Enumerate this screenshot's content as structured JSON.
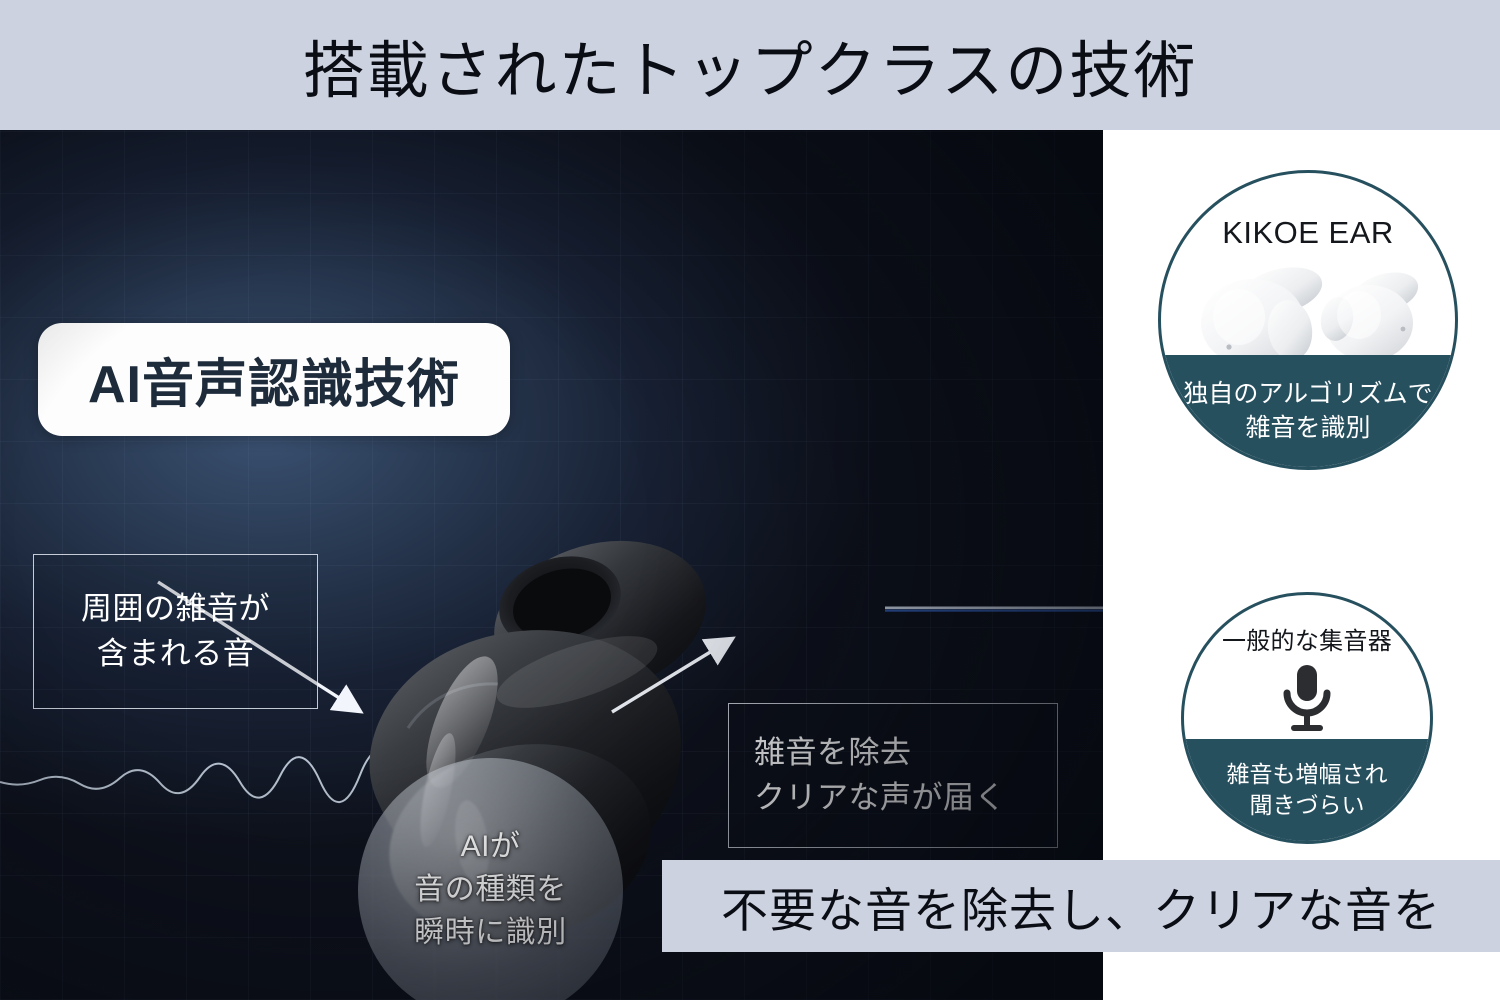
{
  "header": {
    "title": "搭載されたトップクラスの技術",
    "band_color": "#ccd2e0"
  },
  "hero": {
    "ai_badge_label": "AI音声認識技術",
    "background_color": "#0c0f18",
    "accent_color": "#3a5171",
    "callout_left": {
      "line1": "周囲の雑音が",
      "line2": "含まれる音"
    },
    "callout_right": {
      "line1": "雑音を除去",
      "line2": "クリアな声が届く"
    },
    "ai_circle": {
      "line1": "AIが",
      "line2": "音の種類を",
      "line3": "瞬時に識別"
    },
    "product_icon": "earbud-black-icon",
    "noise_wave_icon": "noisy-waveform-icon",
    "clean_wave_icon": "clean-waveform-icon",
    "arrow_left_icon": "arrow-down-right-icon",
    "arrow_right_icon": "arrow-up-right-icon"
  },
  "side_panel": {
    "brand_color": "#27505f",
    "cards": [
      {
        "title": "KIKOE EAR",
        "icon": "white-earbuds-pair-icon",
        "band_line1": "独自のアルゴリズムで",
        "band_line2": "雑音を識別"
      },
      {
        "title": "一般的な集音器",
        "icon": "microphone-icon",
        "band_line1": "雑音も増幅され",
        "band_line2": "聞きづらい"
      }
    ]
  },
  "caption": {
    "text": "不要な音を除去し、クリアな音を",
    "band_color": "#ccd2e0"
  }
}
